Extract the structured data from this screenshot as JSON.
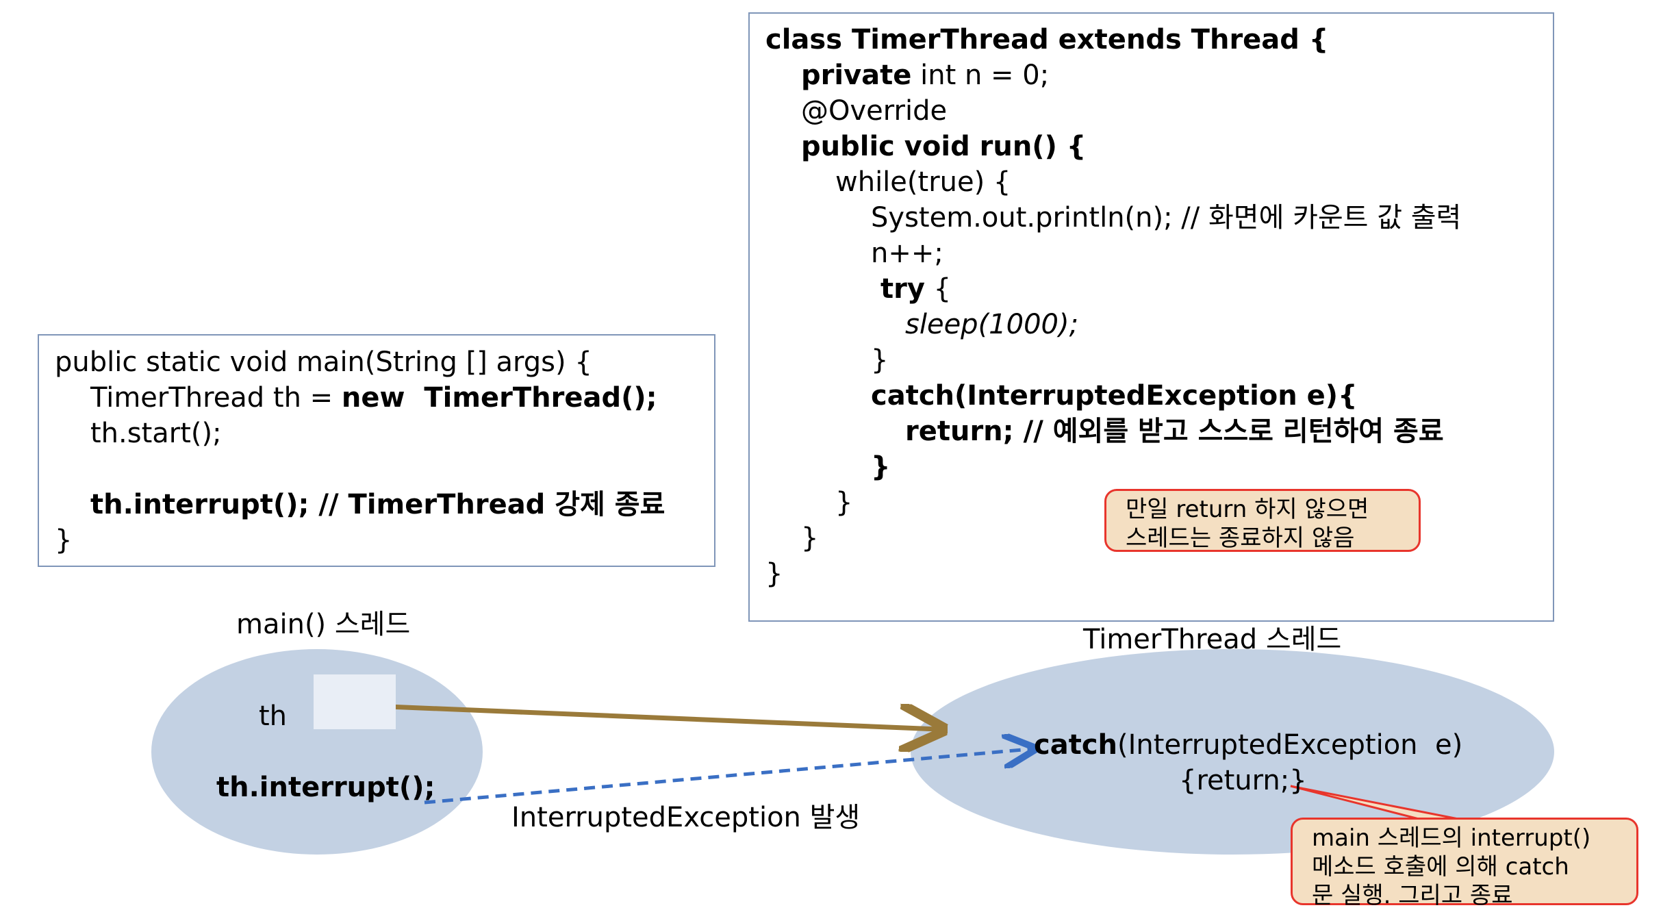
{
  "timer_class": {
    "line1": "class TimerThread extends Thread {",
    "line2_kw": "private",
    "line2_rest": " int n = 0;",
    "line3": "@Override",
    "line4": "public void run() {",
    "line5": "while(true) {",
    "line6": "System.out.println(n); // 화면에 카운트 값 출력",
    "line7": "n++;",
    "line8_kw": "try",
    "line8_rest": " {",
    "line9": "sleep(1000);",
    "line10": "}",
    "line11": "catch(InterruptedException e){",
    "line12": "return; // 예외를 받고 스스로 리턴하여 종료",
    "line13": "}",
    "line14": "}",
    "line15": "}",
    "line16": "}"
  },
  "main_code": {
    "line1": "public static void main(String [] args) {",
    "line2_a": "TimerThread th = ",
    "line2_b": "new  TimerThread();",
    "line3": "th.start();",
    "line4": "th.interrupt(); // TimerThread 강제 종료",
    "line5": "}"
  },
  "callouts": {
    "return_note_1": "만일 return 하지 않으면",
    "return_note_2": "스레드는 종료하지 않음",
    "catch_note_1": "main 스레드의 interrupt()",
    "catch_note_2": "메소드 호출에 의해 catch",
    "catch_note_3": "문 실행. 그리고 종료"
  },
  "diagram": {
    "main_thread_label": "main() 스레드",
    "timer_thread_label": "TimerThread 스레드",
    "th_label": "th",
    "interrupt_call": "th.interrupt();",
    "exception_label": "InterruptedException 발생",
    "catch_kw": "catch",
    "catch_rest": "(InterruptedException  e)",
    "catch_body": "{return;}"
  },
  "colors": {
    "ellipse_fill": "#c3d1e3",
    "box_border": "#7f95b8",
    "reference_arrow": "#9a7a3a",
    "exception_arrow": "#3a6fc4",
    "callout_fill": "#f4dfc2",
    "callout_border": "#e8352c"
  }
}
